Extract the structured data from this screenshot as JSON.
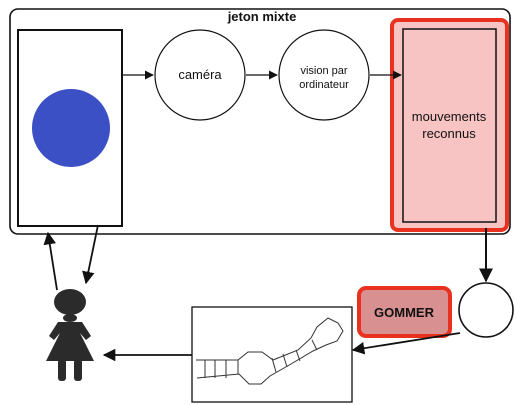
{
  "title": "jeton mixte",
  "nodes": {
    "camera": "caméra",
    "vision_line1": "vision par",
    "vision_line2": "ordinateur",
    "movements_line1": "mouvements",
    "movements_line2": "reconnus"
  },
  "action_button": "GOMMER",
  "colors": {
    "token_dot": "#3b50c4",
    "highlight_border": "#e8311f",
    "highlight_fill": "#f7c3c3",
    "button_fill": "#d99090",
    "person": "#2b2b2b"
  }
}
